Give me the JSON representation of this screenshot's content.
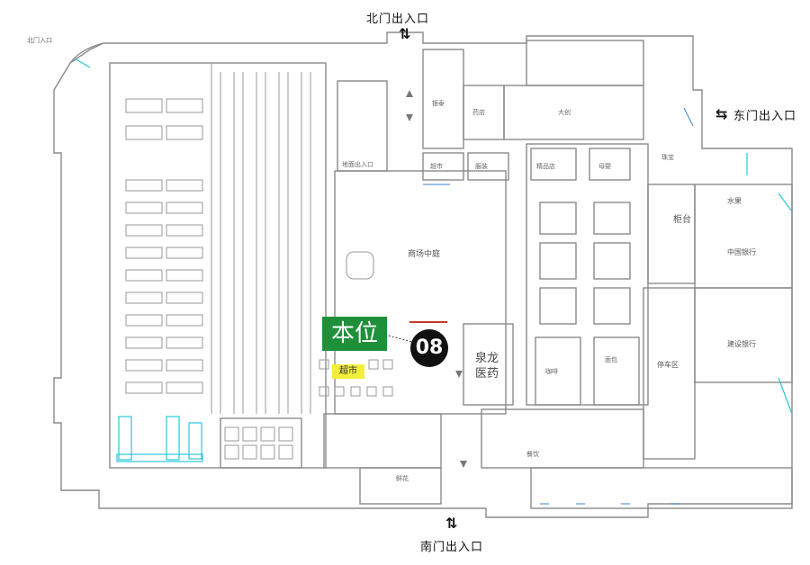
{
  "entrances": {
    "north": "北门出入口",
    "east": "东门出入口",
    "south": "南门出入口"
  },
  "marker": {
    "label": "本位",
    "number": "08"
  },
  "labels": {
    "center": "商场中庭",
    "pharmacy_line1": "泉龙",
    "pharmacy_line2": "医药",
    "yellow_tag": "超市",
    "east_room_1": "柜台",
    "east_room_2": "停车区",
    "bank_1": "中国银行",
    "bank_2": "建设银行",
    "waterside": "水果",
    "top_left_tag": "北门入口",
    "north_stair": "地面出入口",
    "room_small_1": "银泰",
    "room_small_2": "药店",
    "room_small_3": "大创",
    "room_small_4": "超市",
    "room_small_5": "服装",
    "room_small_6": "精品店",
    "room_small_7": "母婴",
    "room_small_8": "珠宝",
    "room_small_9": "咖啡",
    "room_small_10": "面包",
    "room_small_11": "鲜花",
    "room_small_12": "餐饮"
  },
  "colors": {
    "marker_green": "#1f8f3a",
    "marker_black": "#111111",
    "tag_yellow": "#f2ee3a",
    "wall": "#8a8a8a",
    "accent_cyan": "#27c6d8",
    "accent_blue": "#3a7fd0",
    "accent_red": "#c23a2a"
  }
}
